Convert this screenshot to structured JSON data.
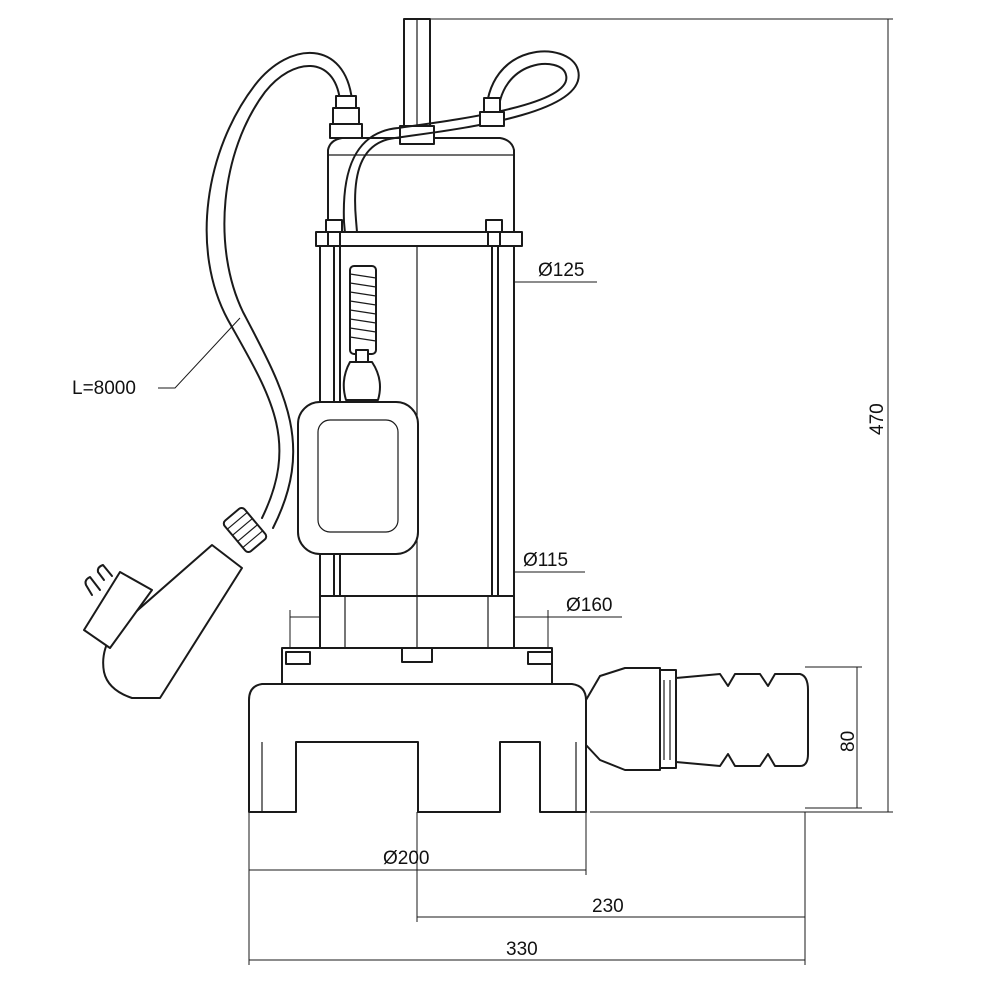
{
  "drawing": {
    "dimensions": {
      "cable_length": "L=8000",
      "total_height": "470",
      "outlet_height": "80",
      "motor_diameter": "Ø125",
      "housing_diameter": "Ø115",
      "flange_diameter": "Ø160",
      "base_diameter": "Ø200",
      "width_to_outlet": "230",
      "overall_width": "330"
    }
  }
}
